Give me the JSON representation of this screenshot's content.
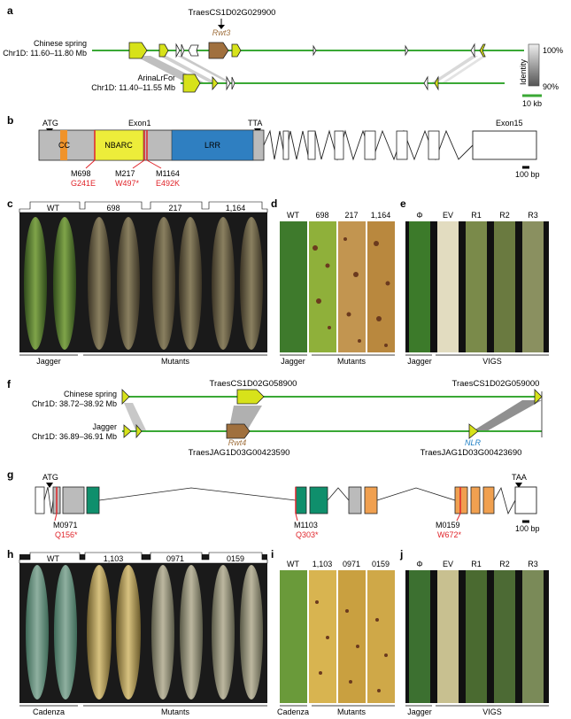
{
  "panels": {
    "a": {
      "letter": "a",
      "gene_top": "TraesCS1D02G029900",
      "rwt3": "Rwt3",
      "track1_name": "Chinese spring",
      "track1_region": "Chr1D: 11.60–11.80 Mb",
      "track2_name": "ArinaLrFor",
      "track2_region": "Chr1D: 11.40–11.55 Mb",
      "identity_top": "100%",
      "identity_bottom": "90%",
      "identity_label": "Identity",
      "scale": "10 kb"
    },
    "b": {
      "letter": "b",
      "atg": "ATG",
      "tta": "TTA",
      "exon1": "Exon1",
      "exon15": "Exon15",
      "cc": "CC",
      "nbarc": "NBARC",
      "lrr": "LRR",
      "mutations": [
        {
          "id": "M698",
          "change": "G241E"
        },
        {
          "id": "M217",
          "change": "W497*"
        },
        {
          "id": "M1164",
          "change": "E492K"
        }
      ],
      "scale": "100 bp"
    },
    "c": {
      "letter": "c",
      "labels": [
        "WT",
        "698",
        "217",
        "1,164"
      ],
      "group_left": "Jagger",
      "group_right": "Mutants"
    },
    "d": {
      "letter": "d",
      "labels": [
        "WT",
        "698",
        "217",
        "1,164"
      ],
      "group_left": "Jagger",
      "group_right": "Mutants"
    },
    "e": {
      "letter": "e",
      "labels": [
        "Φ",
        "EV",
        "R1",
        "R2",
        "R3"
      ],
      "group_left": "Jagger",
      "group_right": "VIGS"
    },
    "f": {
      "letter": "f",
      "gene_top_left": "TraesCS1D02G058900",
      "gene_top_right": "TraesCS1D02G059000",
      "track1_name": "Chinese spring",
      "track1_region": "Chr1D: 38.72–38.92 Mb",
      "track2_name": "Jagger",
      "track2_region": "Chr1D: 36.89–36.91 Mb",
      "rwt4": "Rwt4",
      "nlr": "NLR",
      "gene_bottom_left": "TraesJAG1D03G00423590",
      "gene_bottom_right": "TraesJAG1D03G00423690"
    },
    "g": {
      "letter": "g",
      "atg": "ATG",
      "taa": "TAA",
      "mutations": [
        {
          "id": "M0971",
          "change": "Q156*"
        },
        {
          "id": "M1103",
          "change": "Q303*"
        },
        {
          "id": "M0159",
          "change": "W672*"
        }
      ],
      "scale": "100 bp"
    },
    "h": {
      "letter": "h",
      "labels": [
        "WT",
        "1,103",
        "0971",
        "0159"
      ],
      "group_left": "Cadenza",
      "group_right": "Mutants"
    },
    "i": {
      "letter": "i",
      "labels": [
        "WT",
        "1,103",
        "0971",
        "0159"
      ],
      "group_left": "Cadenza",
      "group_right": "Mutants"
    },
    "j": {
      "letter": "j",
      "labels": [
        "Φ",
        "EV",
        "R1",
        "R2",
        "R3"
      ],
      "group_left": "Jagger",
      "group_right": "VIGS"
    }
  },
  "colors": {
    "track": "#3aa835",
    "yellow_gene": "#d7e21a",
    "brown_gene": "#a0703e",
    "cc": "#f0932b",
    "nbarc": "#eded3a",
    "lrr": "#2f7fc1",
    "exon_gray": "#bbbbbb",
    "mutation_red": "#e0242a",
    "nlr_blue": "#1f7fc4",
    "teal": "#0f8f6c",
    "orange": "#f0a050"
  }
}
